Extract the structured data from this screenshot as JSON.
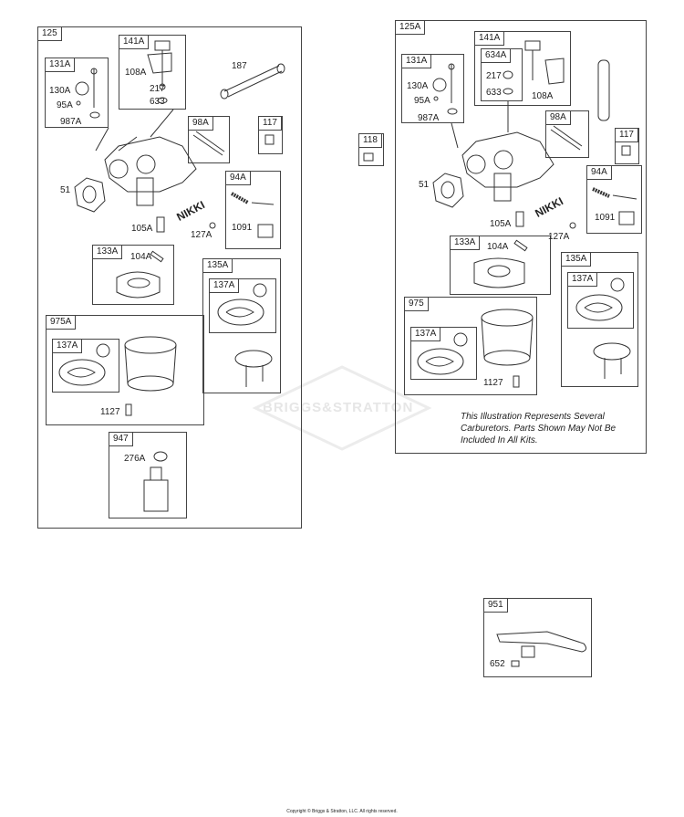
{
  "left": {
    "group": "125",
    "sub141": "141A",
    "l108": "108A",
    "l217": "217",
    "l633": "633",
    "l187": "187",
    "sub131": "131A",
    "l130": "130A",
    "l95": "95A",
    "l987": "987A",
    "sub98": "98A",
    "sub117": "117",
    "l51": "51",
    "sub94": "94A",
    "l1091": "1091",
    "l105": "105A",
    "l127": "127A",
    "sub133": "133A",
    "l104": "104A",
    "sub135": "135A",
    "sub137a": "137A",
    "sub975": "975A",
    "sub137b": "137A",
    "l1127": "1127",
    "sub947": "947",
    "l276": "276A"
  },
  "right": {
    "group": "125A",
    "sub141": "141A",
    "sub634": "634A",
    "l217": "217",
    "l633": "633",
    "l108": "108A",
    "sub131": "131A",
    "l130": "130A",
    "l95": "95A",
    "l987": "987A",
    "sub98": "98A",
    "sub117": "117",
    "sub118": "118",
    "l51": "51",
    "sub94": "94A",
    "l1091": "1091",
    "l105": "105A",
    "l127": "127A",
    "sub133": "133A",
    "l104": "104A",
    "sub135": "135A",
    "sub137a": "137A",
    "sub975": "975",
    "sub137b": "137A",
    "l1127": "1127",
    "note": "This Illustration Represents Several Carburetors. Parts Shown May Not Be Included In All Kits."
  },
  "kit951": {
    "tag": "951",
    "l652": "652"
  },
  "brand": {
    "nikki": "NIKKI",
    "watermark": "BRIGGS&STRATTON"
  },
  "copyright": "Copyright © Briggs & Stratton, LLC. All rights reserved."
}
